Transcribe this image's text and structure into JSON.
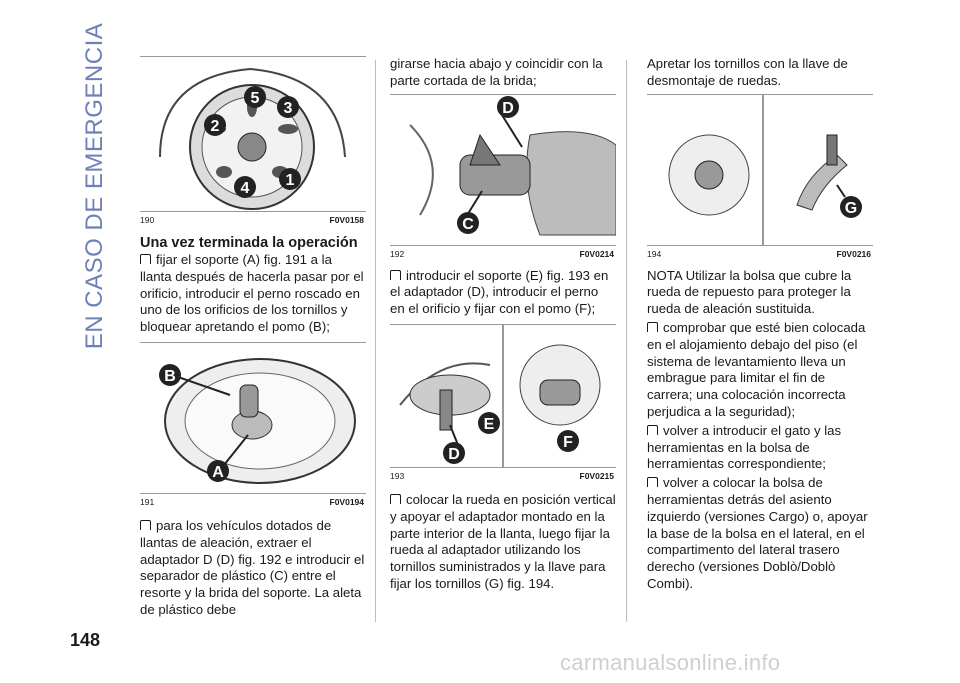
{
  "side_title": "EN CASO DE EMERGENCIA",
  "page_number": "148",
  "footer_watermark": "carmanualsonline.info",
  "col1": {
    "fig190": {
      "number": "190",
      "code": "F0V0158",
      "callouts": [
        "5",
        "3",
        "2",
        "4",
        "1"
      ]
    },
    "heading": "Una vez terminada la operación",
    "para1": "fijar el soporte (A) fig. 191 a la llanta después de hacerla pasar por el orificio, introducir el perno roscado en uno de los orificios de los tornillos y bloquear apretando el pomo (B);",
    "fig191": {
      "number": "191",
      "code": "F0V0194",
      "callouts": [
        "B",
        "A"
      ]
    },
    "para2": "para los vehículos dotados de llantas de aleación, extraer el adaptador D (D) fig. 192 e introducir el separador de plástico (C) entre el resorte y la brida del soporte. La aleta de plástico debe"
  },
  "col2": {
    "para0": "girarse hacia abajo y coincidir con la parte cortada de la brida;",
    "fig192": {
      "number": "192",
      "code": "F0V0214",
      "callouts": [
        "D",
        "C"
      ]
    },
    "para1": "introducir el soporte (E) fig. 193 en el adaptador (D), introducir el perno en el orificio y fijar con el pomo (F);",
    "fig193": {
      "number": "193",
      "code": "F0V0215",
      "callouts": [
        "E",
        "D",
        "F"
      ]
    },
    "para2": "colocar la rueda en posición vertical y apoyar el adaptador montado en la parte interior de la llanta, luego fijar la rueda al adaptador utilizando los tornillos suministrados y la llave para fijar los tornillos (G) fig. 194."
  },
  "col3": {
    "para0": "Apretar los tornillos con la llave de desmontaje de ruedas.",
    "fig194": {
      "number": "194",
      "code": "F0V0216",
      "callouts": [
        "G"
      ]
    },
    "note": "NOTA Utilizar la bolsa que cubre la rueda de repuesto para proteger la rueda de aleación sustituida.",
    "bullet1": "comprobar que esté bien colocada en el alojamiento debajo del piso (el sistema de levantamiento lleva un embrague para limitar el fin de carrera; una colocación incorrecta perjudica a la seguridad);",
    "bullet2": "volver a introducir el gato y las herramientas en la bolsa de herramientas correspondiente;",
    "bullet3": "volver a colocar la bolsa de herramientas detrás del asiento izquierdo (versiones Cargo) o, apoyar la base de la bolsa en el lateral, en el compartimento del lateral trasero derecho (versiones Doblò/Doblò Combi)."
  }
}
